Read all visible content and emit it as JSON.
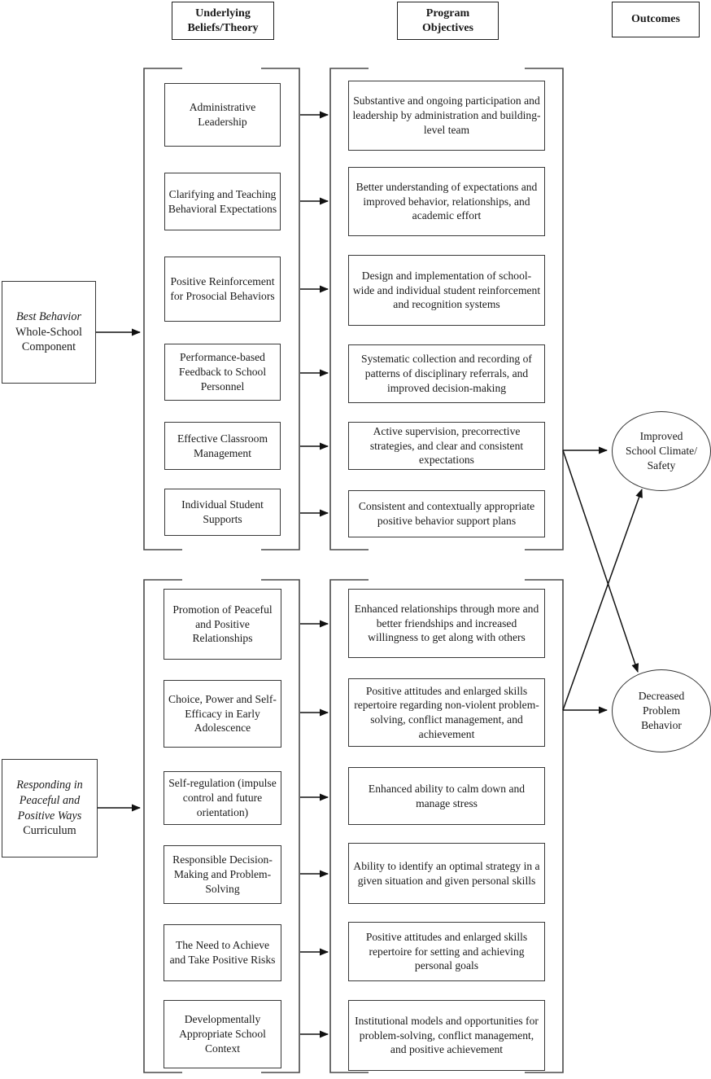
{
  "column_headers": [
    {
      "label": "Underlying\nBeliefs/Theory"
    },
    {
      "label": "Program\nObjectives"
    },
    {
      "label": "Outcomes"
    }
  ],
  "sections": [
    {
      "source": {
        "italic": "Best Behavior",
        "regular": "Whole-School Component"
      },
      "rows": [
        {
          "belief": "Administrative Leadership",
          "objective": "Substantive and ongoing participation and leadership by administration and building-level team"
        },
        {
          "belief": "Clarifying and Teaching Behavioral Expectations",
          "objective": "Better understanding of expectations and improved behavior, relationships, and academic effort"
        },
        {
          "belief": "Positive Reinforcement for Prosocial Behaviors",
          "objective": "Design and implementation of school-wide and individual student reinforcement and recognition systems"
        },
        {
          "belief": "Performance-based Feedback to School Personnel",
          "objective": "Systematic collection and recording of patterns of disciplinary referrals, and improved decision-making"
        },
        {
          "belief": "Effective Classroom Management",
          "objective": "Active supervision, precorrective strategies, and clear and consistent expectations"
        },
        {
          "belief": "Individual Student Supports",
          "objective": "Consistent and contextually appropriate positive behavior support plans"
        }
      ]
    },
    {
      "source": {
        "italic": "Responding in Peaceful and Positive Ways",
        "regular": "Curriculum"
      },
      "rows": [
        {
          "belief": "Promotion of Peaceful and Positive Relationships",
          "objective": "Enhanced relationships through more and better friendships and increased willingness to get along with others"
        },
        {
          "belief": "Choice, Power and Self-Efficacy in Early Adolescence",
          "objective": "Positive attitudes and enlarged skills repertoire regarding non-violent problem-solving, conflict management, and achievement"
        },
        {
          "belief": "Self-regulation (impulse control and future orientation)",
          "objective": "Enhanced ability to calm down and manage stress"
        },
        {
          "belief": "Responsible Decision-Making and Problem-Solving",
          "objective": "Ability to identify an optimal strategy in a given situation and given personal skills"
        },
        {
          "belief": "The Need to Achieve and Take Positive Risks",
          "objective": "Positive attitudes and enlarged skills repertoire for setting and achieving personal goals"
        },
        {
          "belief": "Developmentally Appropriate School Context",
          "objective": "Institutional models and opportunities for problem-solving, conflict management, and positive achievement"
        }
      ]
    }
  ],
  "outcomes": [
    {
      "label": "Improved\nSchool Climate/\nSafety"
    },
    {
      "label": "Decreased\nProblem\nBehavior"
    }
  ],
  "colors": {
    "line": "#3f3f3f",
    "container_border": "#4a4a4a",
    "box_border": "#383838",
    "text": "#1a1a1a",
    "background": "#ffffff"
  }
}
